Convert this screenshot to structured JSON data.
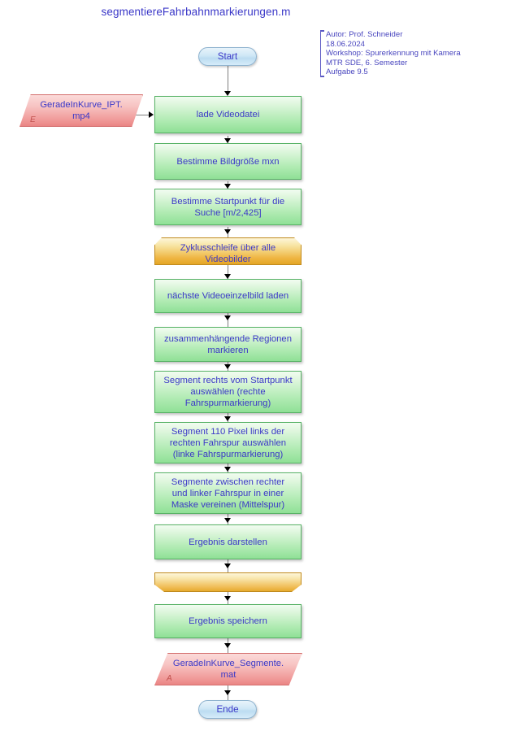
{
  "title": "segmentiereFahrbahnmarkierungen.m",
  "note": {
    "lines": [
      "Autor: Prof. Schneider",
      "18.06.2024",
      "Workshop: Spurerkennung mit Kamera",
      "MTR SDE, 6. Semester",
      "Aufgabe 9.5"
    ]
  },
  "colors": {
    "text_blue": "#3b38c8",
    "process_green": "#8fe096",
    "loop_orange": "#eeb43f",
    "data_pink": "#f09a99",
    "terminator_blue": "#bcdcf1",
    "connector_gray": "#808080"
  },
  "nodes": {
    "start": {
      "label": "Start",
      "type": "terminator"
    },
    "input_file": {
      "label": "GeradeInKurve_IPT.\nmp4",
      "marker": "E",
      "type": "data-input"
    },
    "load_video": {
      "label": "lade Videodatei",
      "type": "process"
    },
    "image_size": {
      "label": "Bestimme Bildgröße mxn",
      "type": "process"
    },
    "start_point": {
      "label": "Bestimme Startpunkt für die\nSuche [m/2,425]",
      "type": "process"
    },
    "loop_start": {
      "label": "Zyklusschleife über alle\nVideobilder",
      "type": "loop-start"
    },
    "next_frame": {
      "label": "nächste Videoeinzelbild laden",
      "type": "process"
    },
    "mark_regions": {
      "label": "zusammenhängende Regionen\nmarkieren",
      "type": "process"
    },
    "right_segment": {
      "label": "Segment rechts vom Startpunkt\nauswählen (rechte\nFahrspurmarkierung)",
      "type": "process"
    },
    "left_segment": {
      "label": "Segment 110 Pixel links der\nrechten Fahrspur auswählen\n(linke Fahrspurmarkierung)",
      "type": "process"
    },
    "middle_segment": {
      "label": "Segmente zwischen rechter\nund linker Fahrspur in einer\nMaske vereinen (Mittelspur)",
      "type": "process"
    },
    "show_result": {
      "label": "Ergebnis darstellen",
      "type": "process"
    },
    "loop_end": {
      "label": "",
      "type": "loop-end"
    },
    "save_result": {
      "label": "Ergebnis speichern",
      "type": "process"
    },
    "output_file": {
      "label": "GeradeInKurve_Segmente.\nmat",
      "marker": "A",
      "type": "data-output"
    },
    "end": {
      "label": "Ende",
      "type": "terminator"
    }
  }
}
